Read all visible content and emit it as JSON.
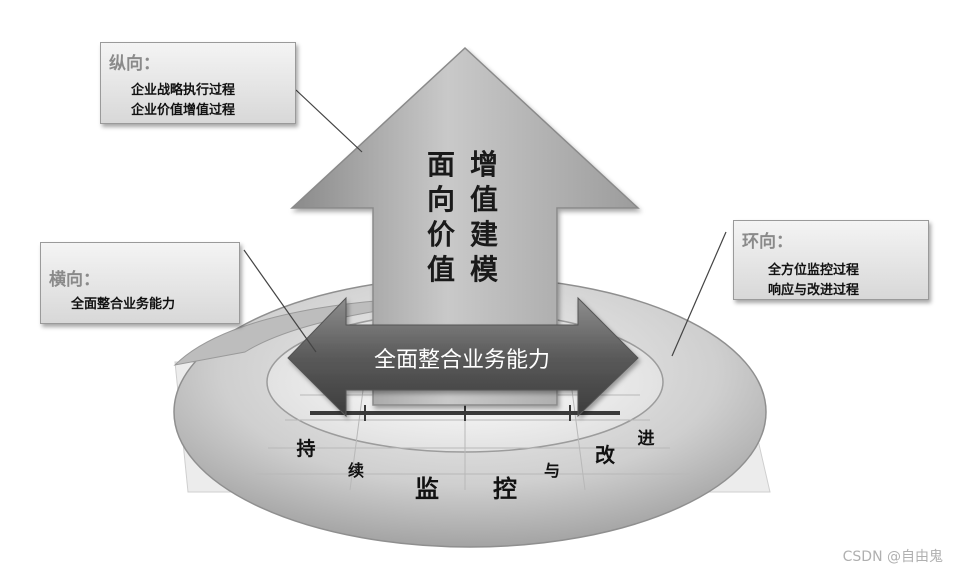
{
  "arrow_up": {
    "left_col": [
      "面",
      "向",
      "价",
      "值"
    ],
    "right_col": [
      "增",
      "值",
      "建",
      "模"
    ]
  },
  "arrow_horizontal": {
    "label": "全面整合业务能力"
  },
  "ring": {
    "chars": [
      "持",
      "续",
      "监",
      "控",
      "与",
      "改",
      "进"
    ]
  },
  "boxes": {
    "vertical": {
      "title": "纵向：",
      "lines": [
        "企业战略执行过程",
        "企业价值增值过程"
      ]
    },
    "horizontal": {
      "title": "横向：",
      "lines": [
        "全面整合业务能力"
      ]
    },
    "circular": {
      "title": "环向：",
      "lines": [
        "全方位监控过程",
        "响应与改进过程"
      ]
    }
  },
  "watermark": "CSDN @自由鬼"
}
